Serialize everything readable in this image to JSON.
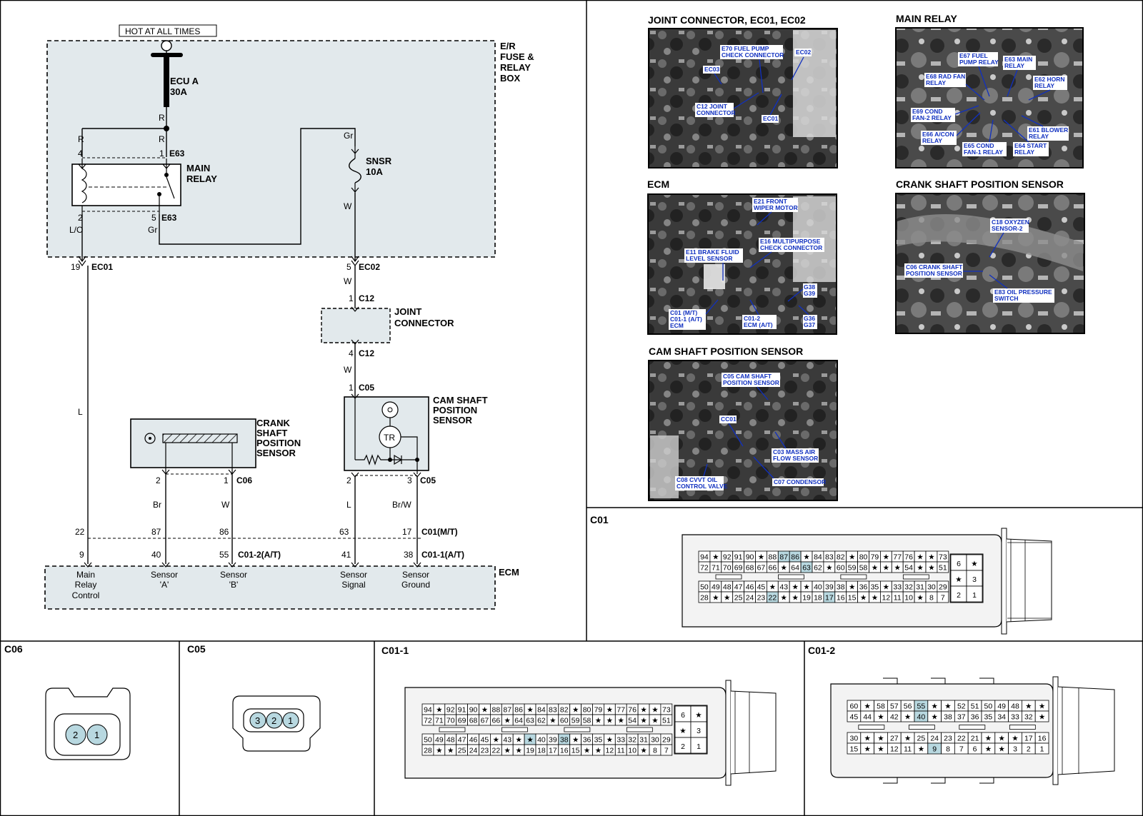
{
  "schematic": {
    "hot_label": "HOT AT ALL TIMES",
    "fuse_box_label": [
      "E/R",
      "FUSE &",
      "RELAY",
      "BOX"
    ],
    "fuse_ecu": {
      "name": "ECU A",
      "rating": "30A"
    },
    "fuse_snsr": {
      "name": "SNSR",
      "rating": "10A"
    },
    "main_relay_label": [
      "MAIN",
      "RELAY"
    ],
    "joint_connector_label": [
      "JOINT",
      "CONNECTOR"
    ],
    "crank_sensor_label": [
      "CRANK",
      "SHAFT",
      "POSITION",
      "SENSOR"
    ],
    "cam_sensor_label": [
      "CAM SHAFT",
      "POSITION",
      "SENSOR"
    ],
    "tr_label": "TR",
    "ecm_label": "ECM",
    "wire_colors": {
      "r1": "R",
      "r2": "R",
      "r3": "R",
      "lo": "L/O",
      "gr1": "Gr",
      "gr2": "Gr",
      "w1": "W",
      "w2": "W",
      "w3": "W",
      "l1": "L",
      "l2": "L",
      "br": "Br",
      "w4": "W",
      "brw": "Br/W"
    },
    "pins": {
      "e63_4": "4",
      "e63_1": "1",
      "e63_2": "2",
      "e63_5": "5",
      "ec01": "19",
      "ec02": "5",
      "c12_1": "1",
      "c12_4": "4",
      "c05_1": "1",
      "c05_2": "2",
      "c05_3": "3",
      "c06_2": "2",
      "c06_1": "1",
      "c01mt": [
        "22",
        "87",
        "86",
        "63",
        "17"
      ],
      "c01at": [
        "9",
        "40",
        "55",
        "41",
        "38"
      ]
    },
    "connectors": {
      "e63": "E63",
      "ec01": "EC01",
      "ec02": "EC02",
      "c12": "C12",
      "c05": "C05",
      "c06": "C06",
      "c01mt": "C01(M/T)",
      "c012at": "C01-2(A/T)",
      "c011at": "C01-1(A/T)"
    },
    "ecm_terminals": [
      [
        "Main",
        "Relay",
        "Control"
      ],
      [
        "Sensor",
        "'A'"
      ],
      [
        "Sensor",
        "'B'"
      ],
      [
        "Sensor",
        "Signal"
      ],
      [
        "Sensor",
        "Ground"
      ]
    ]
  },
  "photos": [
    {
      "title": "JOINT CONNECTOR, EC01, EC02",
      "labels": [
        "E70 FUEL PUMP",
        "CHECK CONNECTOR",
        "EC02",
        "EC03",
        "C12 JOINT",
        "CONNECTOR",
        "EC01"
      ]
    },
    {
      "title": "MAIN RELAY",
      "labels": [
        "E67 FUEL",
        "PUMP RELAY",
        "E63 MAIN",
        "RELAY",
        "E68 RAD FAN",
        "RELAY",
        "E62 HORN",
        "RELAY",
        "E69 COND",
        "FAN-2 RELAY",
        "E61 BLOWER",
        "RELAY",
        "E66 A/CON",
        "RELAY",
        "E65 COND",
        "FAN-1 RELAY",
        "E64 START",
        "RELAY"
      ]
    },
    {
      "title": "ECM",
      "labels": [
        "E21 FRONT",
        "WIPER MOTOR",
        "E16 MULTIPURPOSE",
        "CHECK CONNECTOR",
        "E11 BRAKE FLUID",
        "LEVEL SENSOR",
        "G38",
        "G39",
        "C01 (M/T)",
        "C01-1 (A/T)",
        "ECM",
        "C01-2",
        "ECM (A/T)",
        "G36",
        "G37"
      ]
    },
    {
      "title": "CRANK SHAFT POSITION SENSOR",
      "labels": [
        "C18 OXYZEN",
        "SENSOR-2",
        "C06 CRANK SHAFT",
        "POSITION SENSOR",
        "E83 OIL PRESSURE",
        "SWITCH"
      ]
    },
    {
      "title": "CAM SHAFT POSITION SENSOR",
      "labels": [
        "C05 CAM SHAFT",
        "POSITION SENSOR",
        "CC01",
        "C03 MASS AIR",
        "FLOW SENSOR",
        "C08 CVVT OIL",
        "CONTROL VALVE",
        "C07 CONDENSOR"
      ]
    }
  ],
  "connector_views": {
    "c01": {
      "title": "C01",
      "rows": [
        [
          "94",
          "★",
          "92",
          "91",
          "90",
          "★",
          "88",
          "87",
          "86",
          "★",
          "84",
          "83",
          "82",
          "★",
          "80",
          "79",
          "★",
          "77",
          "76",
          "★",
          "★",
          "73"
        ],
        [
          "72",
          "71",
          "70",
          "69",
          "68",
          "67",
          "66",
          "★",
          "64",
          "63",
          "62",
          "★",
          "60",
          "59",
          "58",
          "★",
          "★",
          "★",
          "54",
          "★",
          "★",
          "51"
        ],
        [
          "50",
          "49",
          "48",
          "47",
          "46",
          "45",
          "★",
          "43",
          "★",
          "★",
          "40",
          "39",
          "38",
          "★",
          "36",
          "35",
          "★",
          "33",
          "32",
          "31",
          "30",
          "29"
        ],
        [
          "28",
          "★",
          "★",
          "25",
          "24",
          "23",
          "22",
          "★",
          "★",
          "19",
          "18",
          "17",
          "16",
          "15",
          "★",
          "★",
          "12",
          "11",
          "10",
          "★",
          "8",
          "7"
        ]
      ],
      "side": [
        "6",
        "★",
        "★",
        "3",
        "2",
        "1"
      ],
      "highlight": [
        "87",
        "86",
        "63",
        "22",
        "17"
      ]
    },
    "c06": {
      "title": "C06",
      "pins": [
        "2",
        "1"
      ]
    },
    "c05": {
      "title": "C05",
      "pins": [
        "3",
        "2",
        "1"
      ]
    },
    "c011": {
      "title": "C01-1",
      "rows": [
        [
          "94",
          "★",
          "92",
          "91",
          "90",
          "★",
          "88",
          "87",
          "86",
          "★",
          "84",
          "83",
          "82",
          "★",
          "80",
          "79",
          "★",
          "77",
          "76",
          "★",
          "★",
          "73"
        ],
        [
          "72",
          "71",
          "70",
          "69",
          "68",
          "67",
          "66",
          "★",
          "64",
          "63",
          "62",
          "★",
          "60",
          "59",
          "58",
          "★",
          "★",
          "★",
          "54",
          "★",
          "★",
          "51"
        ],
        [
          "50",
          "49",
          "48",
          "47",
          "46",
          "45",
          "★",
          "43",
          "★",
          "★",
          "40",
          "39",
          "38",
          "★",
          "36",
          "35",
          "★",
          "33",
          "32",
          "31",
          "30",
          "29"
        ],
        [
          "28",
          "★",
          "★",
          "25",
          "24",
          "23",
          "22",
          "★",
          "★",
          "19",
          "18",
          "17",
          "16",
          "15",
          "★",
          "★",
          "12",
          "11",
          "10",
          "★",
          "8",
          "7"
        ]
      ],
      "side": [
        "6",
        "★",
        "★",
        "3",
        "2",
        "1"
      ],
      "highlight": [
        "38"
      ],
      "highlight_star_index": [
        2,
        9
      ]
    },
    "c012": {
      "title": "C01-2",
      "rows": [
        [
          "60",
          "★",
          "58",
          "57",
          "56",
          "55",
          "★",
          "★",
          "52",
          "51",
          "50",
          "49",
          "48",
          "★",
          "★"
        ],
        [
          "45",
          "44",
          "★",
          "42",
          "★",
          "40",
          "★",
          "38",
          "37",
          "36",
          "35",
          "34",
          "33",
          "32",
          "★"
        ],
        [
          "30",
          "★",
          "★",
          "27",
          "★",
          "25",
          "24",
          "23",
          "22",
          "21",
          "★",
          "★",
          "★",
          "17",
          "16"
        ],
        [
          "15",
          "★",
          "★",
          "12",
          "11",
          "★",
          "9",
          "8",
          "7",
          "6",
          "★",
          "★",
          "3",
          "2",
          "1"
        ]
      ],
      "highlight": [
        "55",
        "40",
        "9"
      ]
    }
  }
}
